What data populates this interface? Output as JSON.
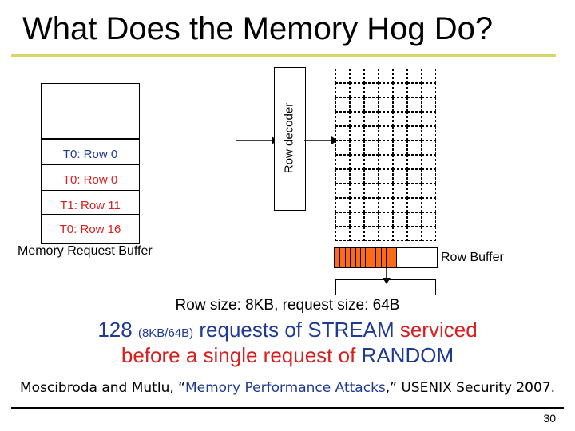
{
  "title": "What Does the Memory Hog Do?",
  "request_buffer": {
    "label": "Memory Request Buffer",
    "entries": [
      {
        "text": "",
        "color": "blue"
      },
      {
        "text": "",
        "color": "blue"
      },
      {
        "text": "T0: Row 0",
        "color": "blue"
      },
      {
        "text": "T0: Row 0",
        "color": "red"
      },
      {
        "text": "T1: Row 11",
        "color": "red"
      },
      {
        "text": "T0: Row 16",
        "color": "red"
      }
    ]
  },
  "row_decoder": {
    "label": "Row decoder"
  },
  "row_buffer": {
    "label": "Row Buffer",
    "content": "0",
    "fill_fraction": 0.6
  },
  "captions": {
    "row_size": "Row size: 8KB, request size: 64B",
    "line1_count": "128",
    "line1_ratio": "(8KB/64B)",
    "line1_mid": "requests of",
    "line1_stream": "STREAM",
    "line1_serviced": "serviced",
    "line2_pre": "before a single request of",
    "line2_random": "RANDOM"
  },
  "citation": {
    "pre": "Moscibroda and Mutlu, “",
    "link": "Memory Performance Attacks",
    "post": ",” USENIX Security 2007."
  },
  "page_number": "30",
  "colors": {
    "blue": "#1f3a93",
    "red": "#d81f1f",
    "orange": "#ff6a1a",
    "rule": "#d8d46a"
  }
}
